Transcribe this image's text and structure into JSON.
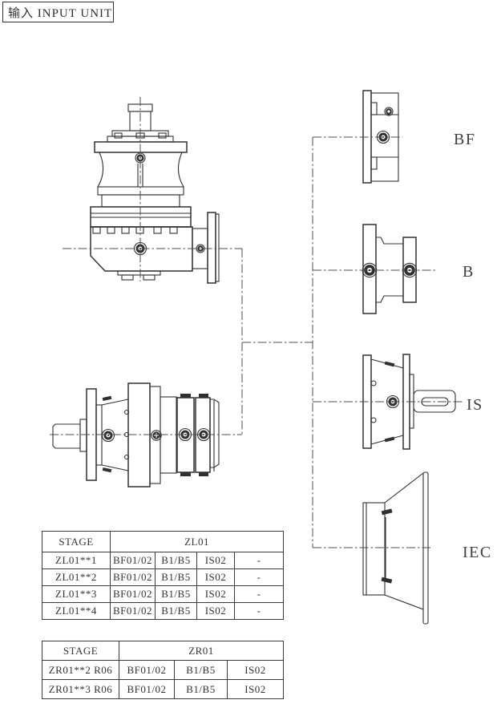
{
  "title": "输入 INPUT UNIT",
  "labels": {
    "bf": "BF",
    "b": "B",
    "is": "IS",
    "iec": "IEC"
  },
  "tables": {
    "zl01": {
      "header": {
        "stage": "STAGE",
        "series": "ZL01"
      },
      "rows": [
        {
          "stage": "ZL01**1",
          "cells": [
            "BF01/02",
            "B1/B5",
            "IS02",
            "-"
          ]
        },
        {
          "stage": "ZL01**2",
          "cells": [
            "BF01/02",
            "B1/B5",
            "IS02",
            "-"
          ]
        },
        {
          "stage": "ZL01**3",
          "cells": [
            "BF01/02",
            "B1/B5",
            "IS02",
            "-"
          ]
        },
        {
          "stage": "ZL01**4",
          "cells": [
            "BF01/02",
            "B1/B5",
            "IS02",
            "-"
          ]
        }
      ]
    },
    "zr01": {
      "header": {
        "stage": "STAGE",
        "series": "ZR01"
      },
      "rows": [
        {
          "stage": "ZR01**2 R06",
          "cells": [
            "BF01/02",
            "B1/B5",
            "IS02"
          ]
        },
        {
          "stage": "ZR01**3 R06",
          "cells": [
            "BF01/02",
            "B1/B5",
            "IS02"
          ]
        }
      ]
    }
  },
  "colors": {
    "line": "#303030",
    "centerline": "#4c4c4c",
    "text": "#3f3f3f",
    "background": "#ffffff"
  }
}
